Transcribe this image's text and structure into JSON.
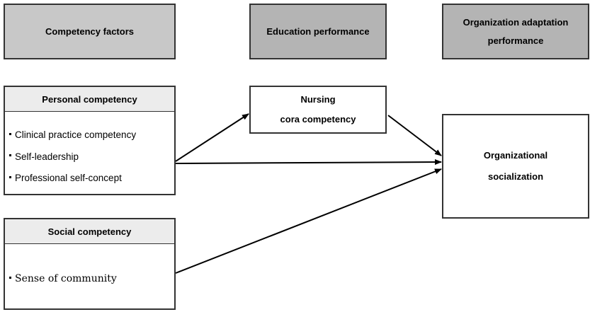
{
  "headers": {
    "competency_factors": "Competency factors",
    "education_performance": "Education performance",
    "organization_adaptation_line1": "Organization adaptation",
    "organization_adaptation_line2": "performance"
  },
  "personal": {
    "title": "Personal competency",
    "items": [
      "Clinical practice competency",
      "Self-leadership",
      "Professional self-concept"
    ]
  },
  "social": {
    "title": "Social competency",
    "items": [
      "Sense of community"
    ]
  },
  "nursing": {
    "line1": "Nursing",
    "line2": "cora competency"
  },
  "organizational": {
    "line1": "Organizational",
    "line2": "socialization"
  }
}
